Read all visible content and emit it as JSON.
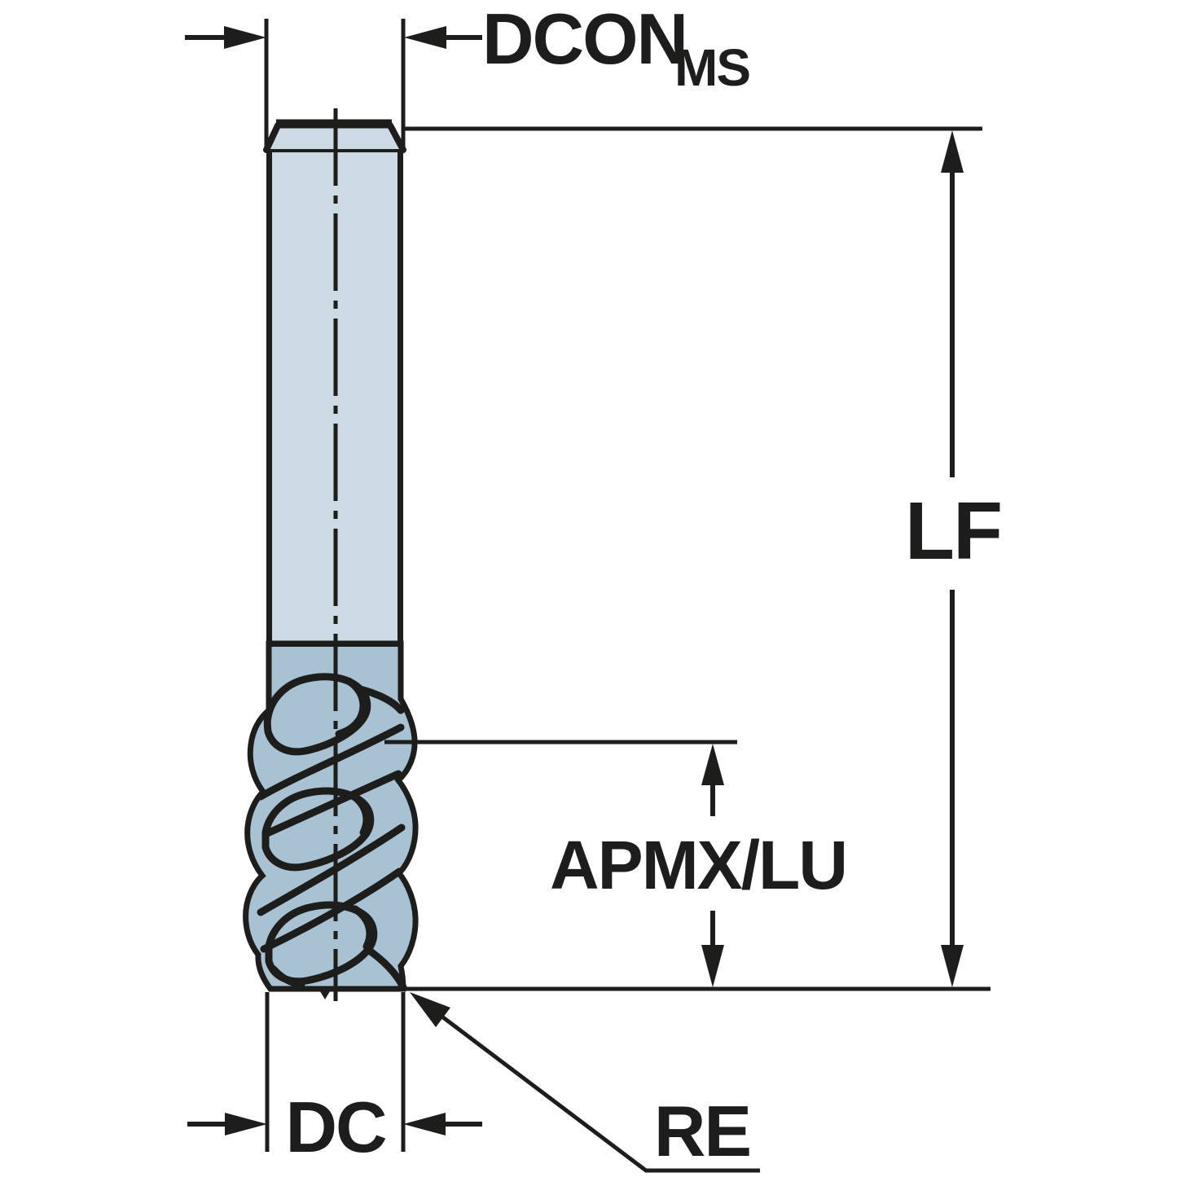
{
  "title": "End mill dimension diagram",
  "labels": {
    "dcon": "DCON",
    "dcon_sub": "MS",
    "lf": "LF",
    "apmx_lu": "APMX/LU",
    "dc": "DC",
    "re": "RE"
  },
  "colors": {
    "outline": "#1d1d1b",
    "shank_fill": "#ccdae4",
    "flute_fill": "#a8c2d3",
    "background": "#ffffff"
  }
}
